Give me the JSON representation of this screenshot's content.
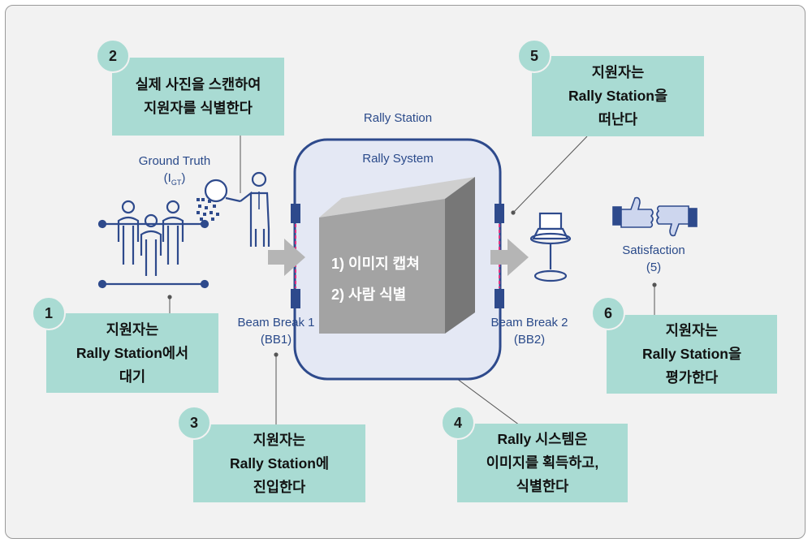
{
  "station": {
    "title": "Rally Station",
    "system_title": "Rally System"
  },
  "cube": {
    "line1": "1) 이미지 캡쳐",
    "line2": "2) 사람 식별"
  },
  "ground_truth": {
    "label": "Ground Truth",
    "sub_main": "I",
    "sub_script": "GT"
  },
  "beam1": {
    "line1": "Beam Break 1",
    "line2": "(BB1)"
  },
  "beam2": {
    "line1": "Beam Break 2",
    "line2": "(BB2)"
  },
  "satisfaction": {
    "line1": "Satisfaction",
    "line2": "(5)"
  },
  "steps": [
    {
      "num": "1",
      "lines": [
        "지원자는",
        "Rally Station에서",
        "대기"
      ]
    },
    {
      "num": "2",
      "lines": [
        "실제 사진을 스캔하여",
        "지원자를 식별한다"
      ]
    },
    {
      "num": "3",
      "lines": [
        "지원자는",
        "Rally Station에",
        "진입한다"
      ]
    },
    {
      "num": "4",
      "lines": [
        "Rally 시스템은",
        "이미지를 획득하고,",
        "식별한다"
      ]
    },
    {
      "num": "5",
      "lines": [
        "지원자는",
        "Rally Station을",
        "떠난다"
      ]
    },
    {
      "num": "6",
      "lines": [
        "지원자는",
        "Rally Station을",
        "평가한다"
      ]
    }
  ],
  "colors": {
    "box": "#a9dbd3",
    "navy": "#2e4a8c",
    "label": "#2a4a8a",
    "beam": "#e0307f",
    "cube_front": "#9f9f9f",
    "panel": "#e4e8f4"
  }
}
